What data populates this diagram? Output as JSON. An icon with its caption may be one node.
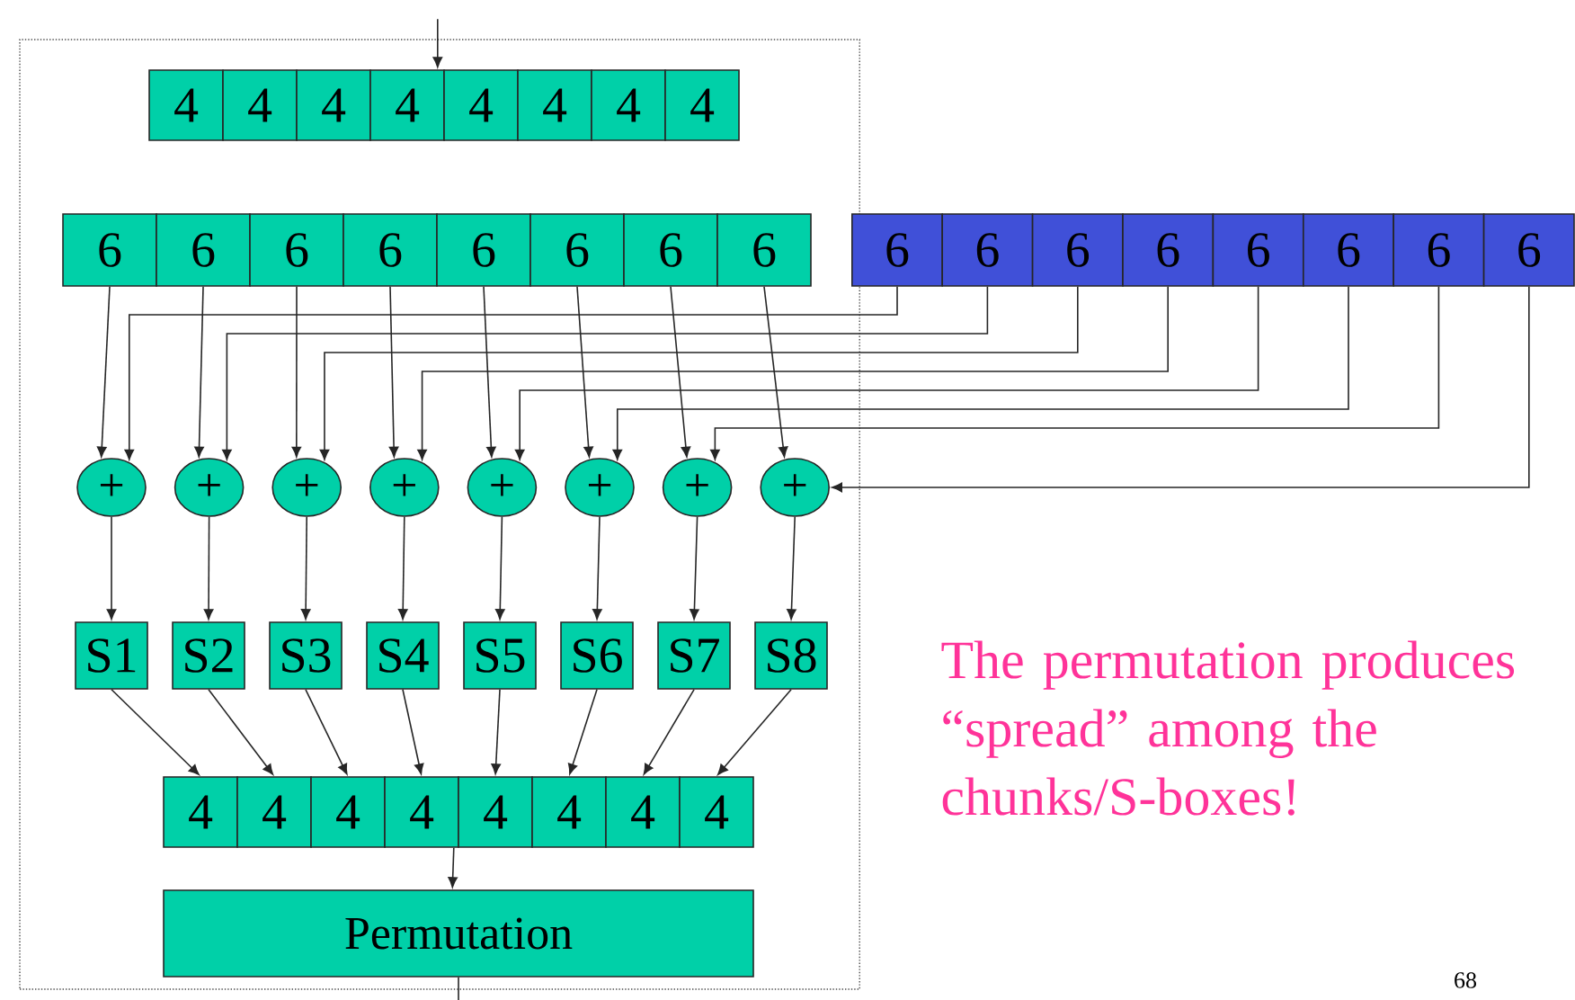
{
  "diagram": {
    "nodes": [
      {
        "text": [],
        "shape": "box"
      },
      {
        "text": [
          "4"
        ],
        "in": 0
      },
      {
        "text": [
          "4"
        ],
        "in": 0
      },
      {
        "text": [
          "4"
        ],
        "in": 0
      },
      {
        "text": [
          "4"
        ],
        "in": 0
      },
      {
        "text": [
          "4"
        ],
        "in": 0
      },
      {
        "text": [
          "4"
        ],
        "in": 0
      },
      {
        "text": [
          "4"
        ],
        "in": 0
      },
      {
        "text": [
          "4"
        ],
        "in": 0
      },
      {
        "text": [
          "6"
        ],
        "in": 0
      },
      {
        "text": [
          "6"
        ],
        "in": 0
      },
      {
        "text": [
          "6"
        ],
        "in": 0
      },
      {
        "text": [
          "6"
        ],
        "in": 0
      },
      {
        "text": [
          "6"
        ],
        "in": 0
      },
      {
        "text": [
          "6"
        ],
        "in": 0
      },
      {
        "text": [
          "6"
        ],
        "in": 0
      },
      {
        "text": [
          "6"
        ],
        "in": 0
      },
      {
        "text": [
          "6"
        ]
      },
      {
        "text": [
          "6"
        ]
      },
      {
        "text": [
          "6"
        ]
      },
      {
        "text": [
          "6"
        ]
      },
      {
        "text": [
          "6"
        ]
      },
      {
        "text": [
          "6"
        ]
      },
      {
        "text": [
          "6"
        ]
      },
      {
        "text": [
          "6"
        ]
      },
      {
        "text": [
          "+"
        ],
        "in": 0
      },
      {
        "text": [
          "+"
        ],
        "in": 0
      },
      {
        "text": [
          "+"
        ],
        "in": 0
      },
      {
        "text": [
          "+"
        ],
        "in": 0
      },
      {
        "text": [
          "+"
        ],
        "in": 0
      },
      {
        "text": [
          "+"
        ],
        "in": 0
      },
      {
        "text": [
          "+"
        ],
        "in": 0
      },
      {
        "text": [
          "+"
        ],
        "in": 0
      },
      {
        "text": [
          "S1"
        ],
        "in": 0
      },
      {
        "text": [
          "S2"
        ],
        "in": 0
      },
      {
        "text": [
          "S3"
        ],
        "in": 0
      },
      {
        "text": [
          "S4"
        ],
        "in": 0
      },
      {
        "text": [
          "S5"
        ],
        "in": 0
      },
      {
        "text": [
          "S6"
        ],
        "in": 0
      },
      {
        "text": [
          "S7"
        ],
        "in": 0
      },
      {
        "text": [
          "S8"
        ],
        "in": 0
      },
      {
        "text": [
          "4"
        ],
        "in": 0
      },
      {
        "text": [
          "4"
        ],
        "in": 0
      },
      {
        "text": [
          "4"
        ],
        "in": 0
      },
      {
        "text": [
          "4"
        ],
        "in": 0
      },
      {
        "text": [
          "4"
        ],
        "in": 0
      },
      {
        "text": [
          "4"
        ],
        "in": 0
      },
      {
        "text": [
          "4"
        ],
        "in": 0
      },
      {
        "text": [
          "4"
        ],
        "in": 0
      },
      {
        "text": [
          "Permutation"
        ],
        "in": 0
      }
    ],
    "edges": [
      {
        "from": null,
        "to": 4,
        "arrow": "to"
      },
      {
        "from": 9,
        "to": 25,
        "arrow": "to"
      },
      {
        "from": 10,
        "to": 26,
        "arrow": "to"
      },
      {
        "from": 11,
        "to": 27,
        "arrow": "to"
      },
      {
        "from": 12,
        "to": 28,
        "arrow": "to"
      },
      {
        "from": 13,
        "to": 29,
        "arrow": "to"
      },
      {
        "from": 14,
        "to": 30,
        "arrow": "to"
      },
      {
        "from": 15,
        "to": 31,
        "arrow": "to"
      },
      {
        "from": 16,
        "to": 32,
        "arrow": "to"
      },
      {
        "from": 17,
        "to": 25,
        "arrow": "to"
      },
      {
        "from": 18,
        "to": 26,
        "arrow": "to"
      },
      {
        "from": 19,
        "to": 27,
        "arrow": "to"
      },
      {
        "from": 20,
        "to": 28,
        "arrow": "to"
      },
      {
        "from": 21,
        "to": 29,
        "arrow": "to"
      },
      {
        "from": 22,
        "to": 30,
        "arrow": "to"
      },
      {
        "from": 23,
        "to": 31,
        "arrow": "to"
      },
      {
        "from": 24,
        "to": 32,
        "arrow": "to"
      },
      {
        "from": 25,
        "to": 33,
        "arrow": "to"
      },
      {
        "from": 26,
        "to": 34,
        "arrow": "to"
      },
      {
        "from": 27,
        "to": 35,
        "arrow": "to"
      },
      {
        "from": 28,
        "to": 36,
        "arrow": "to"
      },
      {
        "from": 29,
        "to": 37,
        "arrow": "to"
      },
      {
        "from": 30,
        "to": 38,
        "arrow": "to"
      },
      {
        "from": 31,
        "to": 39,
        "arrow": "to"
      },
      {
        "from": 32,
        "to": 40,
        "arrow": "to"
      },
      {
        "from": 33,
        "to": 41,
        "arrow": "to"
      },
      {
        "from": 34,
        "to": 42,
        "arrow": "to"
      },
      {
        "from": 35,
        "to": 43,
        "arrow": "to"
      },
      {
        "from": 36,
        "to": 44,
        "arrow": "to"
      },
      {
        "from": 37,
        "to": 45,
        "arrow": "to"
      },
      {
        "from": 38,
        "to": 46,
        "arrow": "to"
      },
      {
        "from": 39,
        "to": 47,
        "arrow": "to"
      },
      {
        "from": 40,
        "to": 48,
        "arrow": "to"
      },
      {
        "from": 44,
        "to": 49,
        "arrow": "to"
      },
      {
        "from": 49,
        "to": null,
        "arrow": "none"
      }
    ],
    "labels": [
      "The permutation produces “spread” among the chunks/S-boxes!",
      "68"
    ]
  }
}
